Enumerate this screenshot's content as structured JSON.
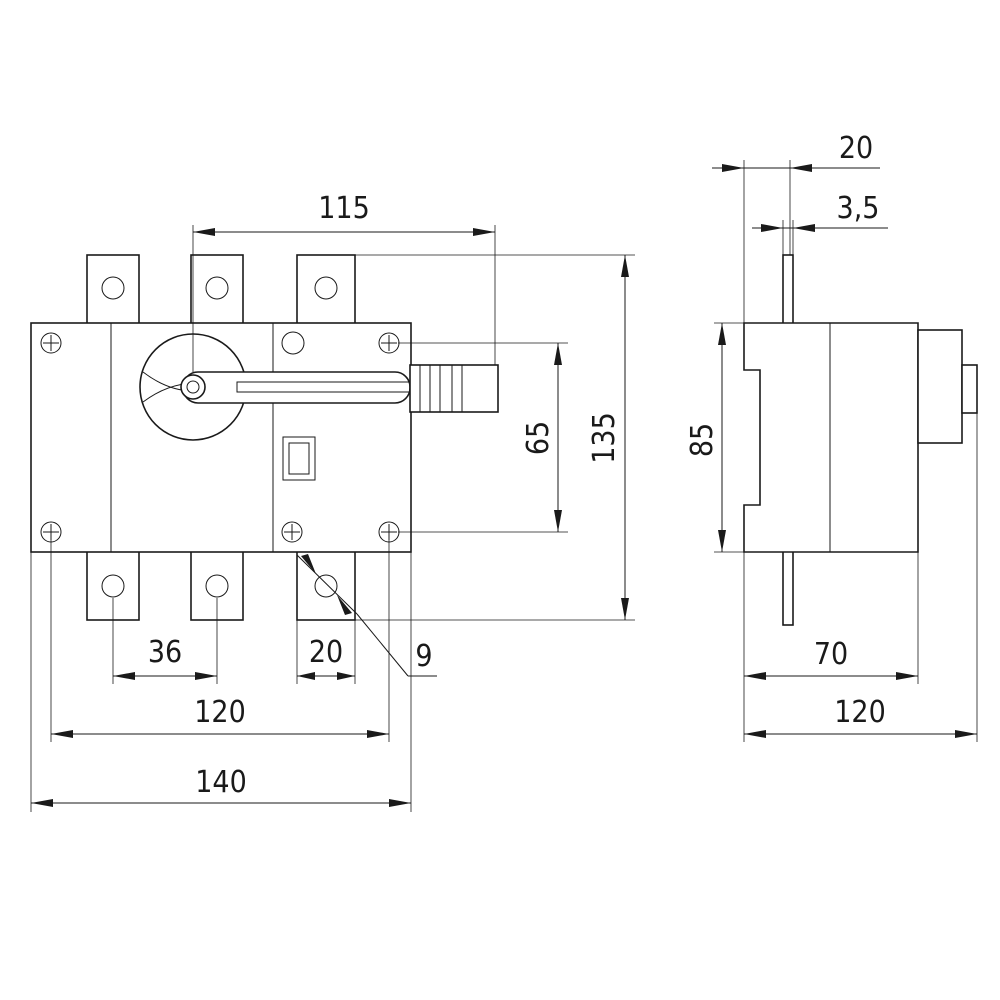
{
  "dimensions": {
    "front_top_width": "115",
    "front_inner_height": "65",
    "front_total_height": "135",
    "terminal_spacing": "36",
    "terminal_width": "20",
    "hole_diameter": "9",
    "mounting_width": "120",
    "body_width": "140",
    "side_terminal_offset": "20",
    "side_terminal_thickness": "3,5",
    "side_body_height": "85",
    "side_depth": "70",
    "side_total_depth": "120"
  }
}
